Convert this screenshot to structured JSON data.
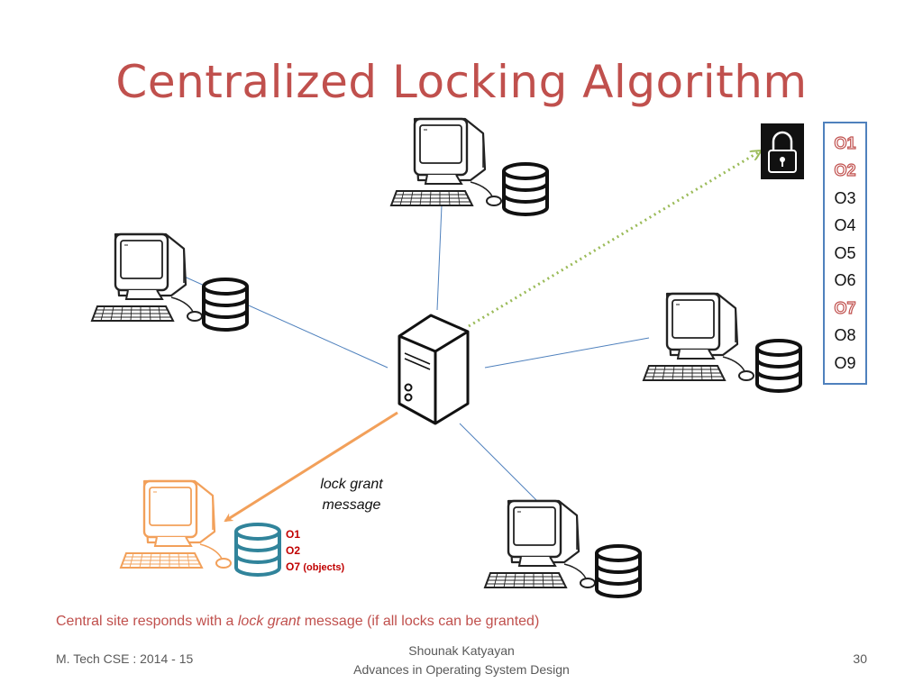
{
  "title": "Centralized Locking Algorithm",
  "lock_table": {
    "objects": [
      {
        "label": "O1",
        "locked": true
      },
      {
        "label": "O2",
        "locked": true
      },
      {
        "label": "O3",
        "locked": false
      },
      {
        "label": "O4",
        "locked": false
      },
      {
        "label": "O5",
        "locked": false
      },
      {
        "label": "O6",
        "locked": false
      },
      {
        "label": "O7",
        "locked": true
      },
      {
        "label": "O8",
        "locked": false
      },
      {
        "label": "O9",
        "locked": false
      }
    ]
  },
  "message_label": {
    "line1": "lock grant",
    "line2": "message"
  },
  "client_objects": {
    "o1": "O1",
    "o2": "O2",
    "o7": "O7",
    "note": "(objects)"
  },
  "caption": {
    "before": "Central site responds with a ",
    "emphasis": "lock grant",
    "after": " message (if all locks can be granted)"
  },
  "footer": {
    "left": "M. Tech CSE : 2014 - 15",
    "center_line1": "Shounak Katyayan",
    "center_line2": "Advances in Operating System Design",
    "page": "30"
  },
  "colors": {
    "title": "#c0504d",
    "grant_arrow": "#f2a05a",
    "request_arrow": "#9bbb59",
    "links": "#4f81bd",
    "requesting_site": "#f2a05a",
    "requesting_db": "#31849b",
    "locked_object": "#c0504d"
  }
}
